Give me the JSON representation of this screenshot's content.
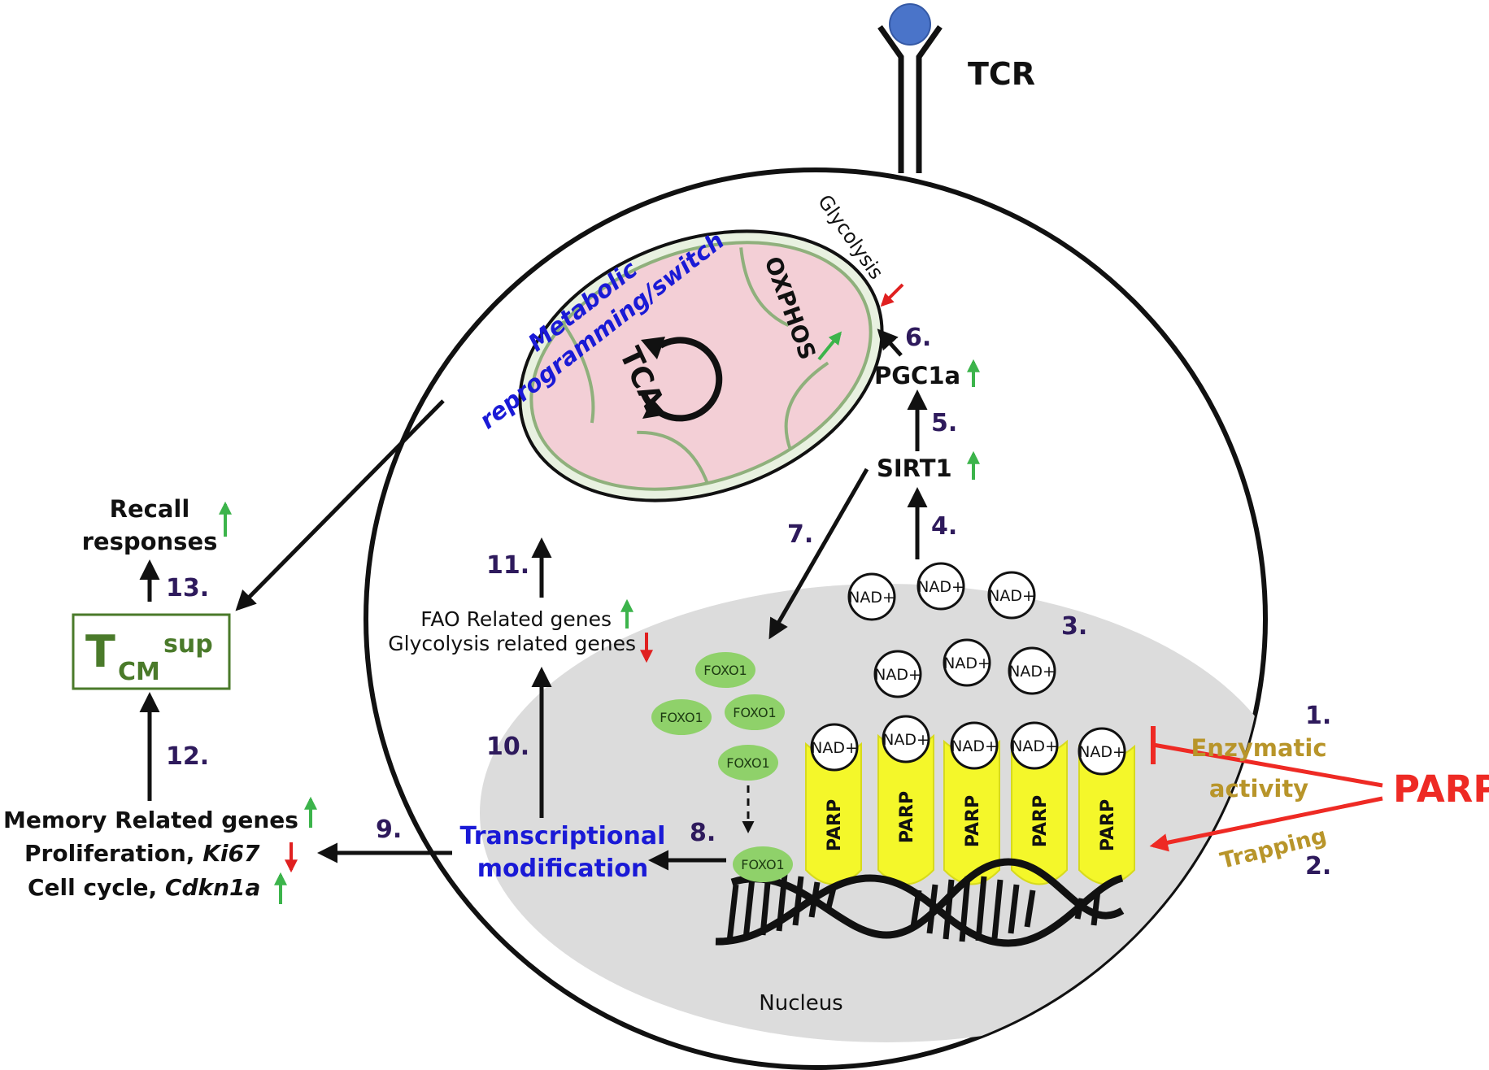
{
  "labels": {
    "tcr": "TCR",
    "glycolysis": "Glycolysis",
    "oxphos": "OXPHOS",
    "tca": "TCA",
    "metabolic_line1": "Metabolic",
    "metabolic_line2": "reprogramming/switch",
    "pgc1a": "PGC1a",
    "sirt1": "SIRT1",
    "recall_line1": "Recall",
    "recall_line2": "responses",
    "tcm_main": "T",
    "tcm_sub": "CM",
    "tcm_sup": "sup",
    "fao_genes": "FAO Related genes",
    "glyco_genes": "Glycolysis related genes",
    "memory_genes": "Memory Related genes",
    "proliferation": "Proliferation, ",
    "ki67": "Ki67",
    "cell_cycle": "Cell cycle, ",
    "cdkn1a": "Cdkn1a",
    "transcriptional_line1": "Transcriptional",
    "transcriptional_line2": "modification",
    "nad": "NAD+",
    "foxo1": "FOXO1",
    "parp": "PARP",
    "enzymatic_line1": "Enzymatic",
    "enzymatic_line2": "activity",
    "trapping": "Trapping",
    "parpi": "PARPi",
    "nucleus": "Nucleus"
  },
  "steps": {
    "s1": "1.",
    "s2": "2.",
    "s3": "3.",
    "s4": "4.",
    "s5": "5.",
    "s6": "6.",
    "s7": "7.",
    "s8": "8.",
    "s9": "9.",
    "s10": "10.",
    "s11": "11.",
    "s12": "12.",
    "s13": "13."
  },
  "colors": {
    "up_arrow": "#3cb44b",
    "down_arrow": "#e02020",
    "parpi_red": "#ee2a24",
    "gold_text": "#b8952a",
    "blue_text": "#1a1ad6",
    "tcm_green": "#4a7a2a",
    "nucleus_fill": "#dcdcdc",
    "parp_yellow": "#f4f72a",
    "foxo_green": "#8fd16a",
    "mito_fill": "#f3cfd6",
    "mito_outer": "#e8f1e0",
    "step_purple": "#2e1a5c"
  }
}
